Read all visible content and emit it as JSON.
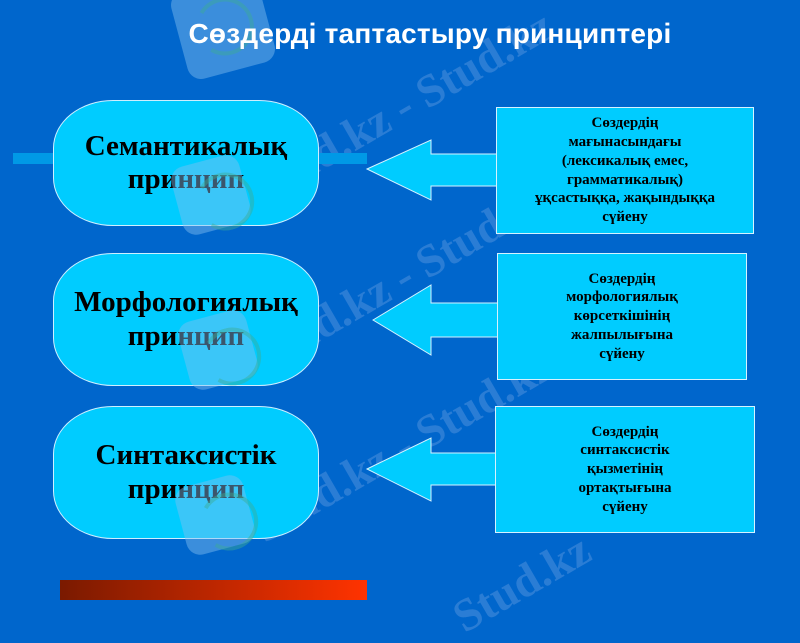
{
  "slide": {
    "title": "Сөздерді таптастыру принциптері",
    "colors": {
      "background": "#0066CC",
      "shape_fill": "#00CCFF",
      "bar": "#0099E6",
      "footer_gradient_start": "#7a1a00",
      "footer_gradient_end": "#ff3300"
    },
    "principles": [
      {
        "name_line1": "Семантикалық",
        "name_line2": "принцип",
        "description_lines": [
          "Сөздердің",
          "мағынасындағы",
          "(лексикалық емес,",
          "грамматикалық)",
          "ұқсастыққа, жақындыққа",
          "сүйену"
        ]
      },
      {
        "name_line1": "Морфологиялық",
        "name_line2": "принцип",
        "description_lines": [
          "Сөздердің",
          "морфологиялық",
          "көрсеткішінің",
          "жалпылығына",
          "сүйену"
        ]
      },
      {
        "name_line1": "Синтаксистік",
        "name_line2": "принцип",
        "description_lines": [
          "Сөздердің",
          "синтаксистік",
          "қызметінің",
          "ортақтығына",
          "сүйену"
        ]
      }
    ],
    "watermark_text": "Stud.kz",
    "watermark_text_dash": "Stud.kz - Stud.kz",
    "icons": {
      "arrow": "arrow-left-icon",
      "watermark_logo": "hummingbird-logo-icon"
    }
  }
}
